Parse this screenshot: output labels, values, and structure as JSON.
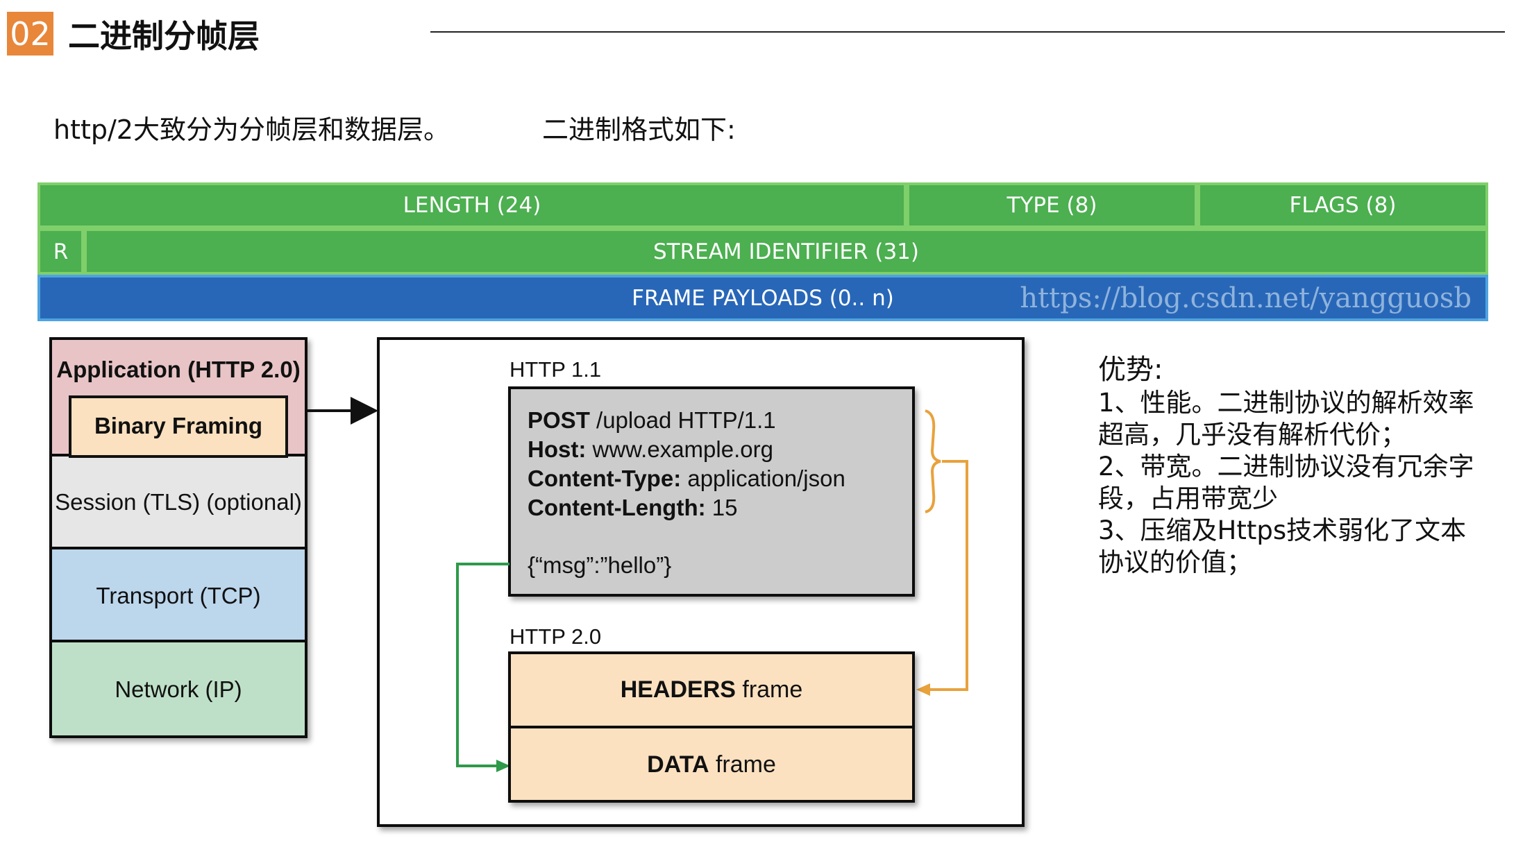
{
  "header": {
    "badge": "02",
    "title": "二进制分帧层"
  },
  "intro": {
    "text": "http/2大致分为分帧层和数据层。",
    "format_label": "二进制格式如下:"
  },
  "frame_format": {
    "length": "LENGTH (24)",
    "type": "TYPE (8)",
    "flags": "FLAGS (8)",
    "reserved": "R",
    "stream_id": "STREAM IDENTIFIER (31)",
    "payload": "FRAME PAYLOADS (0.. n)",
    "watermark": "https://blog.csdn.net/yangguosb",
    "colors": {
      "green": "#4caf50",
      "blue": "#2867b8"
    }
  },
  "stack": {
    "application": "Application (HTTP 2.0)",
    "binary_framing": "Binary Framing",
    "session": "Session (TLS) (optional)",
    "transport": "Transport (TCP)",
    "network": "Network (IP)",
    "colors": {
      "application": "#e8c4c6",
      "binary_framing": "#fbe1c0",
      "session": "#e6e6e6",
      "transport": "#bcd6ec",
      "network": "#bfe0c8"
    }
  },
  "comparison": {
    "http11_label": "HTTP 1.1",
    "request_lines": [
      {
        "key": "POST",
        "value": " /upload HTTP/1.1"
      },
      {
        "key": "Host:",
        "value": " www.example.org"
      },
      {
        "key": "Content-Type:",
        "value": " application/json"
      },
      {
        "key": "Content-Length:",
        "value": " 15"
      }
    ],
    "body": "{“msg”:”hello”}",
    "http2_label": "HTTP 2.0",
    "headers_frame_bold": "HEADERS",
    "headers_frame_rest": " frame",
    "data_frame_bold": "DATA",
    "data_frame_rest": " frame"
  },
  "advantages": {
    "title": "优势:",
    "items": [
      "1、性能。二进制协议的解析效率超高，几乎没有解析代价；",
      "2、带宽。二进制协议没有冗余字段，占用带宽少",
      "3、压缩及Https技术弱化了文本协议的价值；"
    ]
  }
}
